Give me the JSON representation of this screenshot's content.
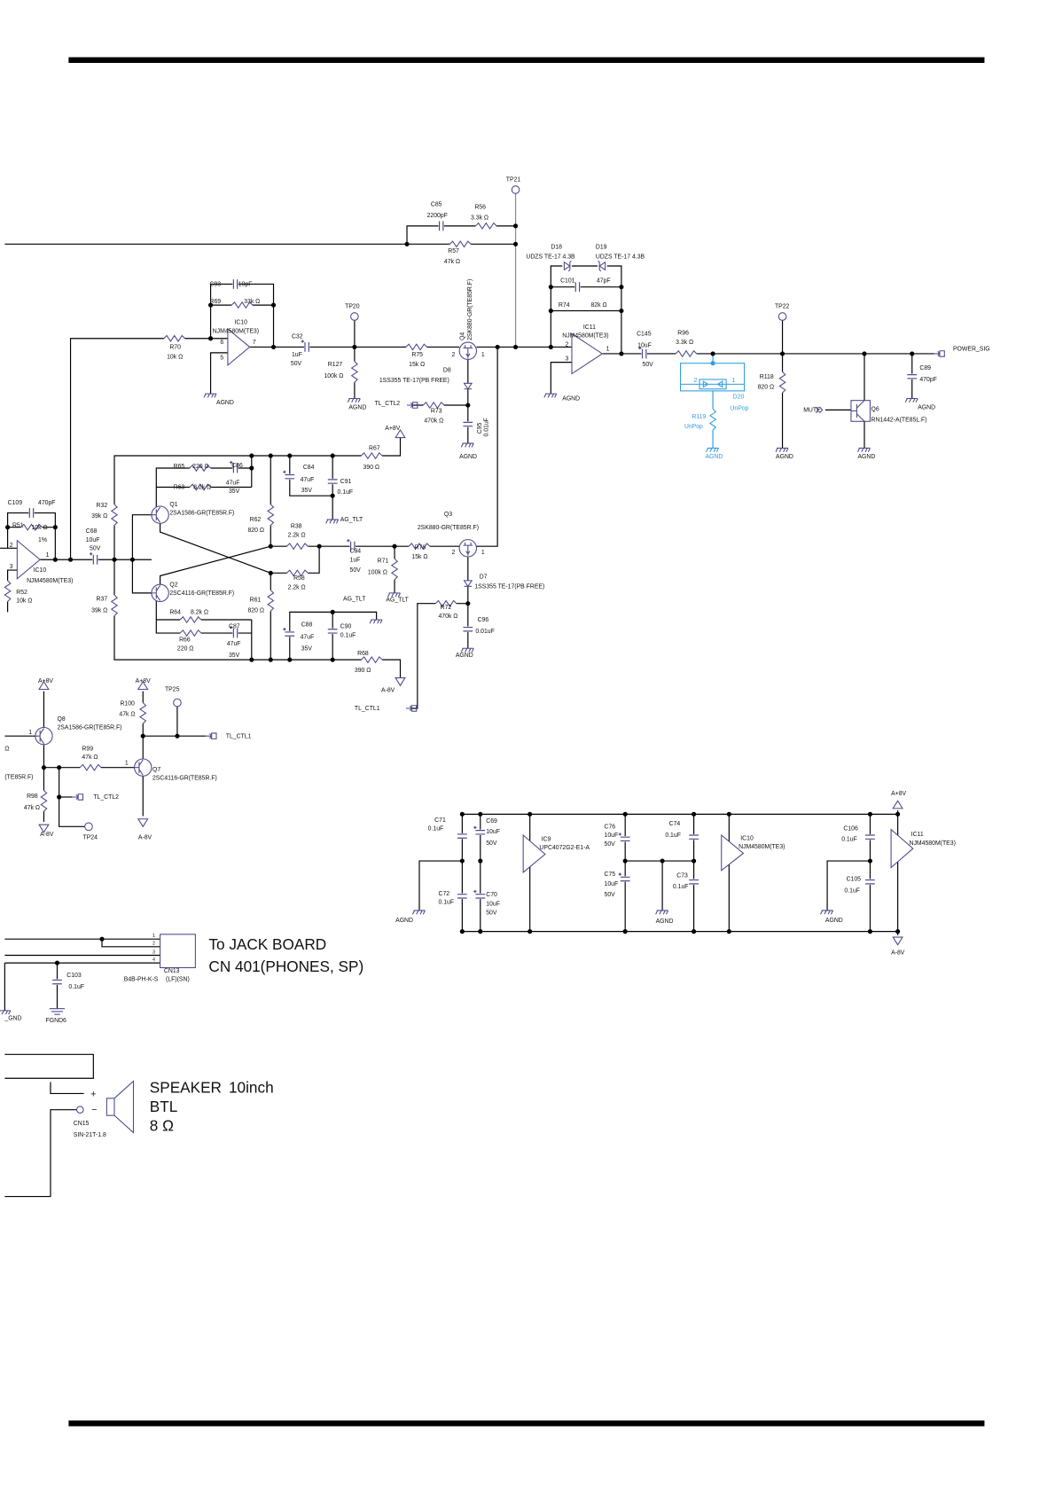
{
  "colors": {
    "wire": "#000000",
    "symbol": "#4b4b8c",
    "unpop": "#2f9ee0",
    "frame": "#000000"
  },
  "top": {
    "tp21": "TP21",
    "c85": "C85",
    "c85_v": "2200pF",
    "r56": "R56",
    "r56_v": "3.3k Ω",
    "r57": "R57",
    "r57_v": "47k Ω"
  },
  "ic10_stage": {
    "c93": "C93",
    "c93_v": "10pF",
    "r69": "R69",
    "r69_v": "33k Ω",
    "ic": "IC10",
    "ic_part": "NJM4580M(TE3)",
    "pin6": "6",
    "pin5": "5",
    "pin7": "7",
    "r70": "R70",
    "r70_v": "10k Ω",
    "agnd": "AGND",
    "c32": "C32",
    "c32_v": "1uF",
    "c32_v2": "50V",
    "tp20": "TP20",
    "r127": "R127",
    "r127_v": "100k Ω",
    "agnd2": "AGND"
  },
  "q4_stage": {
    "r75": "R75",
    "r75_v": "15k Ω",
    "q4": "Q4",
    "q4_part": "2SK880-GR(TE85R.F)",
    "pin2": "2",
    "pin1": "1",
    "d8": "D8",
    "d8_part": "1SS355 TE-17(PB FREE)",
    "tl_ctl2": "TL_CTL2",
    "r73": "R73",
    "r73_v": "470k Ω",
    "c95": "C95",
    "c95_v": "0.01uF",
    "agnd": "AGND"
  },
  "ic11_stage": {
    "d18": "D18",
    "d18_part": "UDZS TE-17 4.3B",
    "d19": "D19",
    "d19_part": "UDZS TE-17 4.3B",
    "c101": "C101",
    "c101_v": "47pF",
    "r74": "R74",
    "r74_v": "82k Ω",
    "ic": "IC11",
    "ic_part": "NJM4580M(TE3)",
    "pin2": "2",
    "pin3": "3",
    "pin1": "1",
    "agnd": "AGND"
  },
  "output": {
    "c145": "C145",
    "c145_v": "10uF",
    "c145_v2": "50V",
    "r96": "R96",
    "r96_v": "3.3k Ω",
    "d20": "D20",
    "d20_note": "UnPop",
    "d20_pin2": "2",
    "d20_pin1": "1",
    "r119": "R119",
    "r119_note": "UnPop",
    "agnd_blue": "AGND",
    "tp22": "TP22",
    "r118": "R118",
    "r118_v": "820 Ω",
    "agnd1": "AGND",
    "mute": "MUTE",
    "q6": "Q6",
    "q6_part": "RN1442-A(TE85L.F)",
    "agnd2": "AGND",
    "c89": "C89",
    "c89_v": "470pF",
    "agnd3": "AGND",
    "power_sig": "POWER_SIG"
  },
  "driver": {
    "r65": "R65",
    "r65_v": "220 Ω",
    "c86": "C86",
    "c86_v": "47uF",
    "c86_v2": "35V",
    "r63": "R63",
    "r63_v": "8.2k Ω",
    "q1": "Q1",
    "q1_part": "2SA1586-GR(TE85R.F)",
    "c84": "C84",
    "c84_v": "47uF",
    "c84_v2": "35V",
    "c91": "C91",
    "c91_v": "0.1uF",
    "ag_tlt1": "AG_TLT",
    "r67": "R67",
    "r67_v": "390 Ω",
    "vplus": "A+8V",
    "r62": "R62",
    "r62_v": "820 Ω",
    "r38": "R38",
    "r38_v": "2.2k Ω",
    "r58": "R58",
    "r58_v": "2.2k Ω",
    "c94": "C94",
    "c94_v": "1uF",
    "c94_v2": "50V",
    "r71": "R71",
    "r71_v": "100k Ω",
    "ag_tlt2": "AG_TLT",
    "r76": "R76",
    "r76_v": "15k Ω",
    "q3": "Q3",
    "q3_part": "2SK880-GR(TE85R.F)",
    "q3_pin2": "2",
    "q3_pin1": "1",
    "d7": "D7",
    "d7_part": "1SS355 TE-17(PB FREE)",
    "r72": "R72",
    "r72_v": "470k Ω",
    "c96": "C96",
    "c96_v": "0.01uF",
    "agnd": "AGND",
    "r61": "R61",
    "r61_v": "820 Ω",
    "q2": "Q2",
    "q2_part": "2SC4116-GR(TE85R.F)",
    "r64": "R64",
    "r64_v": "8.2k Ω",
    "r66": "R66",
    "r66_v": "220 Ω",
    "c87": "C87",
    "c87_v": "47uF",
    "c87_v2": "35V",
    "c88": "C88",
    "c88_v": "47uF",
    "c88_v2": "35V",
    "c90": "C90",
    "c90_v": "0.1uF",
    "ag_tlt3": "AG_TLT",
    "r68": "R68",
    "r68_v": "390 Ω",
    "vminus": "A-8V",
    "tl_ctl1": "TL_CTL1",
    "r32": "R32",
    "r32_v": "39k Ω",
    "r37": "R37",
    "r37_v": "39k Ω",
    "c68": "C68",
    "c68_v": "10uF",
    "c68_v2": "50V"
  },
  "input_buffer": {
    "c109": "C109",
    "c109_v": "470pF",
    "r51": "R51",
    "r51_v": "10k Ω",
    "r51_tol": "1%",
    "pin2": "2",
    "pin3": "3",
    "pin1": "1",
    "ic": "IC10",
    "ic_part": "NJM4580M(TE3)",
    "r52": "R52",
    "r52_v": "10k Ω"
  },
  "tl_control": {
    "vplus1": "A+8V",
    "q8": "Q8",
    "q8_part": "2SA1586-GR(TE85R.F)",
    "q8_pin1": "1",
    "ohm_frag": "Ω",
    "part_frag": "(TE85R.F)",
    "r99": "R99",
    "r99_v": "47k Ω",
    "r98": "R98",
    "r98_v": "47k Ω",
    "vminus1": "A-8V",
    "tl_ctl2": "TL_CTL2",
    "tp24": "TP24",
    "vplus2": "A+8V",
    "r100": "R100",
    "r100_v": "47k Ω",
    "tp25": "TP25",
    "tl_ctl1": "TL_CTL1",
    "q7_pin1": "1",
    "q7": "Q7",
    "q7_part": "2SC4116-GR(TE85R.F)",
    "vminus2": "A-8V"
  },
  "power": {
    "c71": "C71",
    "c71_v": "0.1uF",
    "c69": "C69",
    "c69_v": "10uF",
    "c69_v2": "50V",
    "c72": "C72",
    "c72_v": "0.1uF",
    "c70": "C70",
    "c70_v": "10uF",
    "c70_v2": "50V",
    "agnd1": "AGND",
    "ic9": "IC9",
    "ic9_part": "UPC4072G2-E1-A",
    "c76": "C76",
    "c76_v": "10uF",
    "c76_v2": "50V",
    "c75": "C75",
    "c75_v": "10uF",
    "c75_v2": "50V",
    "c74": "C74",
    "c74_v": "0.1uF",
    "c73": "C73",
    "c73_v": "0.1uF",
    "agnd2": "AGND",
    "ic10": "IC10",
    "ic10_part": "NJM4580M(TE3)",
    "c106": "C106",
    "c106_v": "0.1uF",
    "c105": "C105",
    "c105_v": "0.1uF",
    "agnd3": "AGND",
    "ic11": "IC11",
    "ic11_part": "NJM4580M(TE3)",
    "vplus": "A+8V",
    "vminus": "A-8V"
  },
  "connectors": {
    "pin1": "1",
    "pin2": "2",
    "pin3": "3",
    "pin4": "4",
    "cn13": "CN13",
    "cn13_part": "B4B-PH-K-S",
    "cn13_suffix": "(LF)(SN)",
    "c103": "C103",
    "c103_v": "0.1uF",
    "gnd_frag": "_GND",
    "fgnd6": "FGND6",
    "to_jack": "To JACK BOARD",
    "cn401": "CN 401(PHONES, SP)"
  },
  "speaker": {
    "plus": "+",
    "minus": "−",
    "cn15": "CN15",
    "cn15_part": "SIN-21T-1.8",
    "speaker": "SPEAKER",
    "size": "10inch",
    "btl": "BTL",
    "impedance": "8 Ω"
  }
}
